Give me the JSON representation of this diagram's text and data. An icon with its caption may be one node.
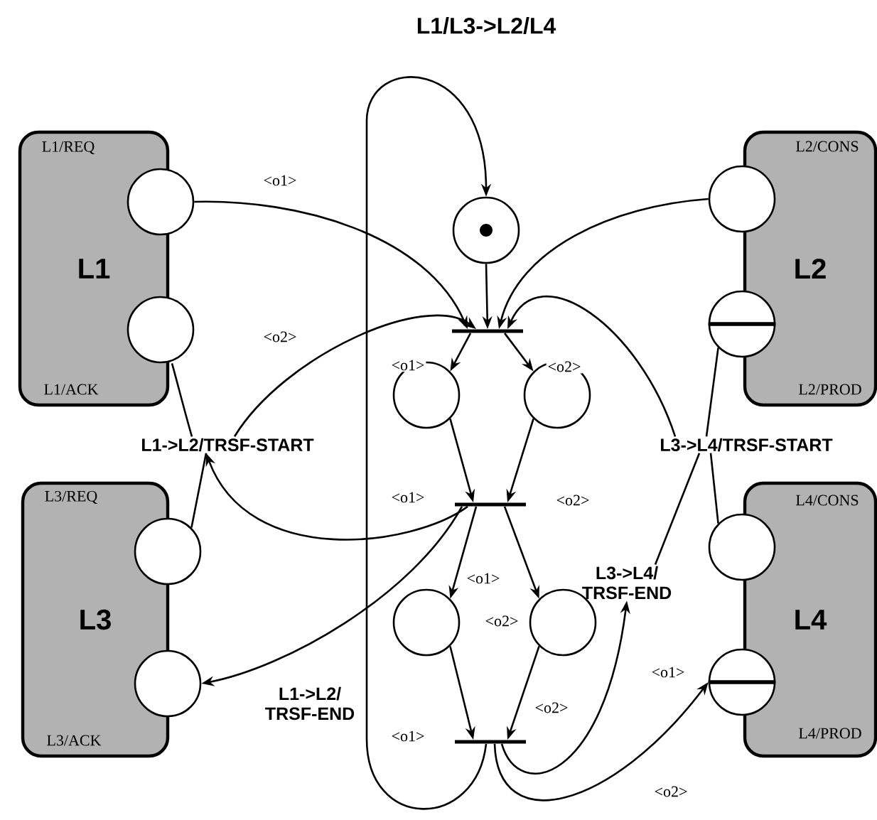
{
  "diagram": {
    "title": "L1/L3->L2/L4",
    "nodes": [
      {
        "text": [
          "L1/REQ",
          "L1",
          "L1/ACK"
        ]
      },
      {
        "text": [],
        "shape": "circle"
      },
      {
        "text": [],
        "shape": "circle"
      },
      {
        "text": [
          "L2/CONS",
          "L2",
          "L2/PROD"
        ]
      },
      {
        "text": [],
        "shape": "circle"
      },
      {
        "text": [],
        "shape": "circle"
      },
      {
        "text": [
          "L3/REQ",
          "L3",
          "L3/ACK"
        ]
      },
      {
        "text": [],
        "shape": "circle"
      },
      {
        "text": [],
        "shape": "circle"
      },
      {
        "text": [
          "L4/CONS",
          "L4",
          "L4/PROD"
        ]
      },
      {
        "text": [],
        "shape": "circle"
      },
      {
        "text": [],
        "shape": "circle"
      },
      {
        "text": [],
        "shape": "circle"
      },
      {
        "text": [],
        "shape": "bar"
      },
      {
        "text": [],
        "shape": "circle"
      },
      {
        "text": [],
        "shape": "circle"
      },
      {
        "text": [],
        "shape": "bar"
      },
      {
        "text": [],
        "shape": "circle"
      },
      {
        "text": [],
        "shape": "circle"
      },
      {
        "text": [],
        "shape": "bar"
      },
      {
        "text": [
          "L1->L2/TRSF-START"
        ]
      },
      {
        "text": [
          "L3->L4/TRSF-START"
        ]
      },
      {
        "text": [
          "L3->L4/ TRSF-END"
        ]
      }
    ],
    "edges": [
      {
        "from": 1,
        "to": 13,
        "arrow": "to",
        "label": "<o1>"
      },
      {
        "from": 20,
        "to": 13,
        "arrow": "to",
        "label": "<o2>"
      },
      {
        "from": 4,
        "to": 13,
        "arrow": "to"
      },
      {
        "from": 21,
        "to": 13,
        "arrow": "to"
      },
      {
        "from": 12,
        "to": 13,
        "arrow": "to"
      },
      {
        "from": 13,
        "to": 14,
        "arrow": "to",
        "label": "<o1>"
      },
      {
        "from": 13,
        "to": 15,
        "arrow": "to",
        "label": "<o2>"
      },
      {
        "from": 14,
        "to": 16,
        "arrow": "to",
        "label": "<o1>"
      },
      {
        "from": 15,
        "to": 16,
        "arrow": "to",
        "label": "<o2>"
      },
      {
        "from": 16,
        "to": 20,
        "arrow": "to"
      },
      {
        "from": 16,
        "to": 8,
        "arrow": "to"
      },
      {
        "from": 16,
        "to": 17,
        "arrow": "to",
        "label": "<o1>"
      },
      {
        "from": 16,
        "to": 18,
        "arrow": "to",
        "label": "<o2>"
      },
      {
        "from": 17,
        "to": 19,
        "arrow": "to",
        "label": "<o1>"
      },
      {
        "from": 18,
        "to": 19,
        "arrow": "to",
        "label": "<o2>"
      },
      {
        "from": 19,
        "to": 22,
        "arrow": "to",
        "label": "<o1>"
      },
      {
        "from": 19,
        "to": 11,
        "arrow": "to",
        "label": "<o2>"
      },
      {
        "from": 19,
        "to": 12,
        "arrow": "to"
      },
      {
        "from": 2,
        "to": 20,
        "arrow": "none"
      },
      {
        "from": 7,
        "to": 20,
        "arrow": "none"
      },
      {
        "from": 5,
        "to": 21,
        "arrow": "none"
      },
      {
        "from": 21,
        "to": 10,
        "arrow": "none"
      },
      {
        "from": 21,
        "to": 22,
        "arrow": "none"
      }
    ],
    "labels": [
      "L1->L2/ TRSF-END"
    ]
  }
}
